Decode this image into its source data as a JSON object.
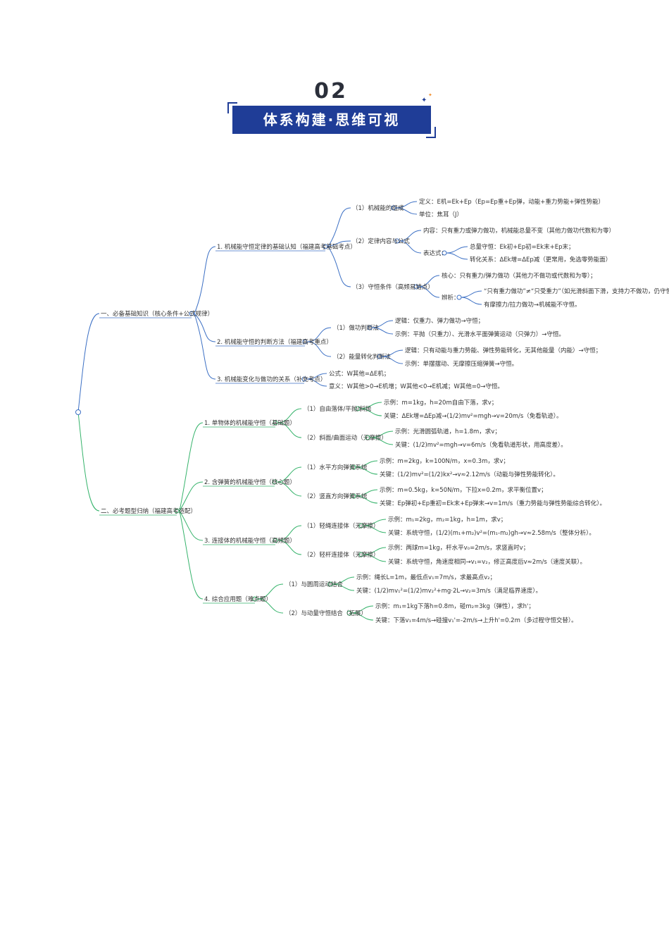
{
  "header": {
    "number": "02",
    "title": "体系构建·思维可视"
  },
  "colors": {
    "branch1": "#3b6fc4",
    "branch2": "#35b36b",
    "banner": "#1f3d97",
    "accent": "#f08c2a"
  },
  "mindmap": {
    "b1": {
      "label": "一、必备基础知识（核心条件+公式规律）",
      "c1": {
        "label": "1. 机械能守恒定律的基础认知（福建高考基础考点）",
        "c1": {
          "label": "（1）机械能的组成",
          "l1": "定义：E机=Ek+Ep（Ep=Ep重+Ep弹，动能+重力势能+弹性势能）",
          "l2": "单位：焦耳（J）"
        },
        "c2": {
          "label": "（2）定律内容与公式",
          "l1": "内容：只有重力或弹力做功，机械能总量不变（其他力做功代数和为零）",
          "expr": {
            "label": "表达式：",
            "l1": "总量守恒：Ek初+Ep初=Ek末+Ep末；",
            "l2": "转化关系：ΔEk增=ΔEp减（更常用，免选零势能面）"
          }
        },
        "c3": {
          "label": "（3）守恒条件（高频易错点）",
          "l1": "核心：只有重力/弹力做功（其他力不做功或代数和为零）；",
          "an": {
            "label": "辨析：",
            "l1": "“只有重力做功”≠“只受重力”（如光滑斜面下滑，支持力不做功，仍守恒）；",
            "l2": "有摩擦力/拉力做功→机械能不守恒。"
          }
        }
      },
      "c2": {
        "label": "2. 机械能守恒的判断方法（福建高考重点）",
        "c1": {
          "label": "（1）做功判断法",
          "l1": "逻辑：仅重力、弹力做功→守恒；",
          "l2": "示例：平抛（只重力）、光滑水平面弹簧运动（只弹力）→守恒。"
        },
        "c2": {
          "label": "（2）能量转化判断法",
          "l1": "逻辑：只有动能与重力势能、弹性势能转化，无其他能量（内能）→守恒；",
          "l2": "示例：单摆摆动、无摩擦压缩弹簧→守恒。"
        }
      },
      "c3": {
        "label": "3. 机械能变化与做功的关系（补充考点）",
        "l1": "公式：W其他=ΔE机；",
        "l2": "意义：W其他>0→E机增；W其他<0→E机减；W其他=0→守恒。"
      }
    },
    "b2": {
      "label": "二、必考题型归纳（福建高考适配）",
      "c1": {
        "label": "1. 单物体的机械能守恒（基础题）",
        "c1": {
          "label": "（1）自由落体/平抛/斜抛",
          "l1": "示例：m=1kg，h=20m自由下落，求v；",
          "l2": "关键：ΔEk增=ΔEp减→(1/2)mv²=mgh→v=20m/s（免看轨迹）。"
        },
        "c2": {
          "label": "（2）斜面/曲面运动（无摩擦）",
          "l1": "示例：光滑圆弧轨道，h=1.8m，求v；",
          "l2": "关键：(1/2)mv²=mgh→v=6m/s（免看轨道形状，用高度差）。"
        }
      },
      "c2": {
        "label": "2. 含弹簧的机械能守恒（核心题）",
        "c1": {
          "label": "（1）水平方向弹簧系统",
          "l1": "示例：m=2kg，k=100N/m，x=0.3m，求v；",
          "l2": "关键：(1/2)mv²=(1/2)kx²→v≈2.12m/s（动能与弹性势能转化）。"
        },
        "c2": {
          "label": "（2）竖直方向弹簧系统",
          "l1": "示例：m=0.5kg，k=50N/m，下拉x=0.2m，求平衡位置v；",
          "l2": "关键：Ep弹初+Ep重初=Ek末+Ep弹末→v=1m/s（重力势能与弹性势能综合转化）。"
        }
      },
      "c3": {
        "label": "3. 连接体的机械能守恒（高频题）",
        "c1": {
          "label": "（1）轻绳连接体（无摩擦）",
          "l1": "示例：m₁=2kg，m₂=1kg，h=1m，求v；",
          "l2": "关键：系统守恒，(1/2)(m₁+m₂)v²=(m₁-m₂)gh→v≈2.58m/s（整体分析）。"
        },
        "c2": {
          "label": "（2）轻杆连接体（无摩擦）",
          "l1": "示例：两球m=1kg，杆水平v₀=2m/s，求竖直时v；",
          "l2": "关键：系统守恒，角速度相同→v₁=v₂，修正高度后v≈2m/s（速度关联）。"
        }
      },
      "c4": {
        "label": "4. 综合应用题（难点题）",
        "c1": {
          "label": "（1）与圆周运动结合",
          "l1": "示例：绳长L=1m，最低点v₁=7m/s，求最高点v₂；",
          "l2": "关键：(1/2)mv₁²=(1/2)mv₂²+mg·2L→v₂=3m/s（满足临界速度）。"
        },
        "c2": {
          "label": "（2）与动量守恒结合（拓展）",
          "l1": "示例：m₁=1kg下落h=0.8m，碰m₂=3kg（弹性），求h'；",
          "l2": "关键：下落v₁=4m/s→碰撞v₁'=-2m/s→上升h'=0.2m（多过程守恒交替）。"
        }
      }
    }
  }
}
